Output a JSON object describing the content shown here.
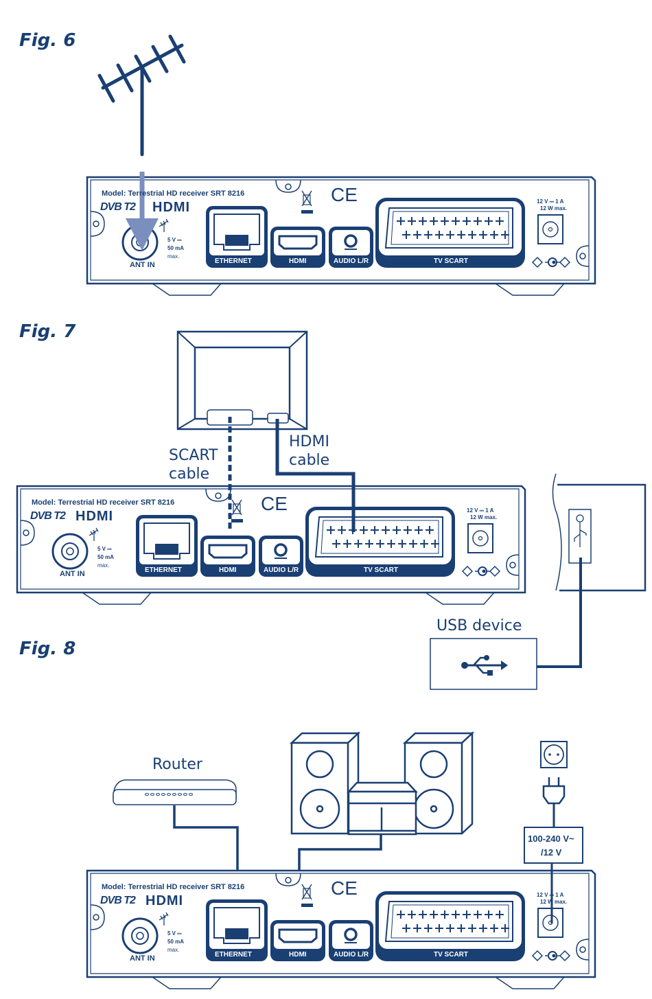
{
  "figures": [
    {
      "label": "Fig. 6",
      "description": "Antenna connection to ANT IN"
    },
    {
      "label": "Fig. 7",
      "description": "TV connection via SCART or HDMI cable"
    },
    {
      "label": "Fig. 8",
      "description": "USB device, router, audio system and power connection"
    }
  ],
  "receiver": {
    "model": "Model: Terrestrial HD receiver SRT 8216",
    "logo_dvb": "DVB T2",
    "logo_hdmi": "HDMI",
    "ant_in": "ANT IN",
    "ant_spec": [
      "5 V ⎓",
      "50 mA",
      "max."
    ],
    "ports": [
      "ETHERNET",
      "HDMI",
      "AUDIO L/R",
      "TV SCART"
    ],
    "power_spec": [
      "12 V ⎓ 1 A",
      "12 W max."
    ]
  },
  "fig7": {
    "scart_cable": [
      "SCART",
      "cable"
    ],
    "hdmi_cable": [
      "HDMI",
      "cable"
    ],
    "usb_device": "USB device"
  },
  "fig8": {
    "router": "Router",
    "adapter": [
      "100-240 V~",
      "/12 V"
    ]
  },
  "colors": {
    "primary": "#1a3f73",
    "arrow": "#7b8fbf"
  }
}
